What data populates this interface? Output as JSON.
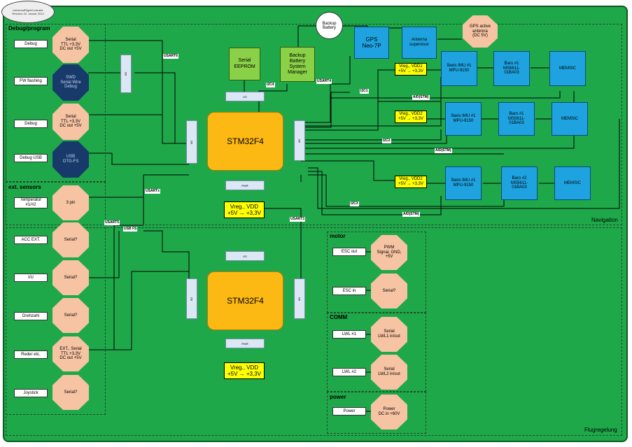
{
  "logo": {
    "line1": "UniversalFlightController",
    "line2": "Revision 22. Januar 2014"
  },
  "corners": {
    "navigation": "Navigation",
    "flugregelung": "Flugregelung"
  },
  "sections": {
    "debug": "Debug/program",
    "ext_sensors": "ext. sensors",
    "motor": "motor",
    "comm": "COMM",
    "power": "power"
  },
  "debug_labels": [
    "Debug",
    "FW flashing",
    "Debug",
    "Debug USB"
  ],
  "debug_octs": [
    "Serial\nTTL +3,3V\nDC out +5V",
    "SWD\nSerial Wire\nDebug",
    "Serial\nTTL +3,3V\nDC out +5V",
    "USB\nOTG-FS"
  ],
  "temp_label": "Temperatur\n#1/#2",
  "temp_oct": "3 pin",
  "ext_labels": [
    "ACC EXT.",
    "I/U",
    "Drehzahl",
    "Reder etc.",
    "Joystick"
  ],
  "ext_octs": [
    "Serial?",
    "Serial?",
    "Serial?",
    "EXT., Serial\nTTL +3,3V\nDC out +5V",
    "Serial?"
  ],
  "motor_labels": [
    "ESC out",
    "ESC in"
  ],
  "motor_octs": [
    "PWM\nSignal, GND,\n+5V",
    "Serial?"
  ],
  "comm_labels": [
    "LWL #1",
    "LWL #2"
  ],
  "comm_octs": [
    "Serial\nLWL1 in/out",
    "Serial\nLWL2 in/out"
  ],
  "power_label": "Power",
  "power_oct": "Power\nDC in +60V",
  "mcu": {
    "top": "STM32F4",
    "bottom": "STM32F4"
  },
  "ports": {
    "io": "I/O",
    "pwr": "PWR"
  },
  "vreg_big": "Vreg., VDD\n+5V → +3,3V",
  "vreg_small": [
    "Vreg., VDD1\n+5V → +3,3V",
    "Vreg., VDD2\n+5V → +3,3V",
    "Vreg., VDD2\n+5V → +3,3V"
  ],
  "eeprom": "Serial\nEEPROM",
  "backup_mgr": "Backup\nBattery\nSystem\nManager",
  "backup_battery": "Backup\nBattery",
  "gps": "GPS\nNeo-7P",
  "antenna_sup": "Antenna\nsupervisor",
  "gps_antenna": "GPS active\nantenna\n(DC 5V)",
  "imu": [
    "9axis IMU #1\nMPU-9150",
    "9axis IMU #1\nMPU-9150",
    "9axis IMU #1\nMPU-9150"
  ],
  "baro": [
    "Baro #1\nMS5611-\n01BA03",
    "Baro #1\nMS5611-\n01BA03",
    "Baro #2\nMS5611-\n01BA03"
  ],
  "memsic": "MEMSIC",
  "signals": {
    "usart6": "USART6",
    "usartx": "USARTx",
    "usart5": "USART5",
    "usbfs": "USB FS",
    "i2c4": "I2C4",
    "usart4": "USART4",
    "usart3": "USART3",
    "i2c1": "I2C1",
    "i2c2": "I2C2",
    "i2c3": "I2C3",
    "adstm": "A/D(STM)"
  },
  "colors": {
    "board": "#1fa84a",
    "mcu": "#fdb913",
    "sensor": "#1fa3e0",
    "vreg": "#ffff00",
    "connector": "#f6c3a3",
    "debug_port": "#183a6b"
  }
}
